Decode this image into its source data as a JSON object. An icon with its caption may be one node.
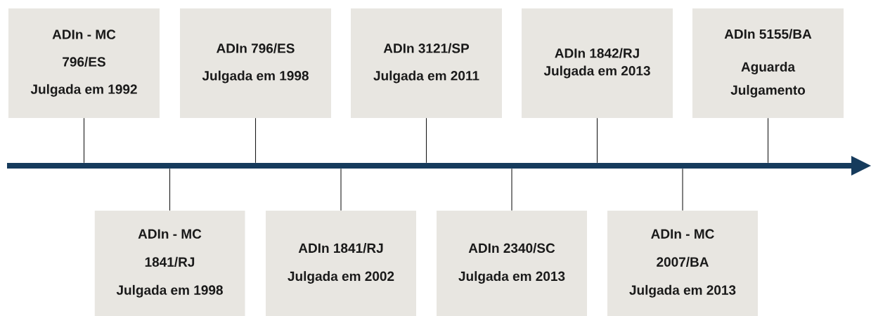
{
  "diagram": {
    "nodes": [
      {
        "text": [
          "ADIn - MC 796/ES",
          "Julgada em 1992"
        ]
      },
      {
        "text": [
          "ADIn - MC 1841/RJ",
          "Julgada em 1998"
        ]
      },
      {
        "text": [
          "ADIn 796/ES",
          "Julgada em 1998"
        ]
      },
      {
        "text": [
          "ADIn 1841/RJ",
          "Julgada em 2002"
        ]
      },
      {
        "text": [
          "ADIn 3121/SP",
          "Julgada em 2011"
        ]
      },
      {
        "text": [
          "ADIn 2340/SC",
          "Julgada em 2013"
        ]
      },
      {
        "text": [
          "ADIn 1842/RJ",
          "Julgada em 2013"
        ]
      },
      {
        "text": [
          "ADIn - MC 2007/BA",
          "Julgada em 2013"
        ]
      },
      {
        "text": [
          "ADIn 5155/BA",
          "Aguarda Julgamento"
        ]
      },
      {
        "text": [],
        "shape": "bar"
      }
    ],
    "edges": [
      {
        "from": 0,
        "to": 9,
        "arrow": "none"
      },
      {
        "from": 1,
        "to": 9,
        "arrow": "none"
      },
      {
        "from": 2,
        "to": 9,
        "arrow": "none"
      },
      {
        "from": 3,
        "to": 9,
        "arrow": "none"
      },
      {
        "from": 4,
        "to": 9,
        "arrow": "none"
      },
      {
        "from": 5,
        "to": 9,
        "arrow": "none"
      },
      {
        "from": 6,
        "to": 9,
        "arrow": "none"
      },
      {
        "from": 7,
        "to": 9,
        "arrow": "none"
      },
      {
        "from": 8,
        "to": 9,
        "arrow": "none"
      }
    ]
  }
}
